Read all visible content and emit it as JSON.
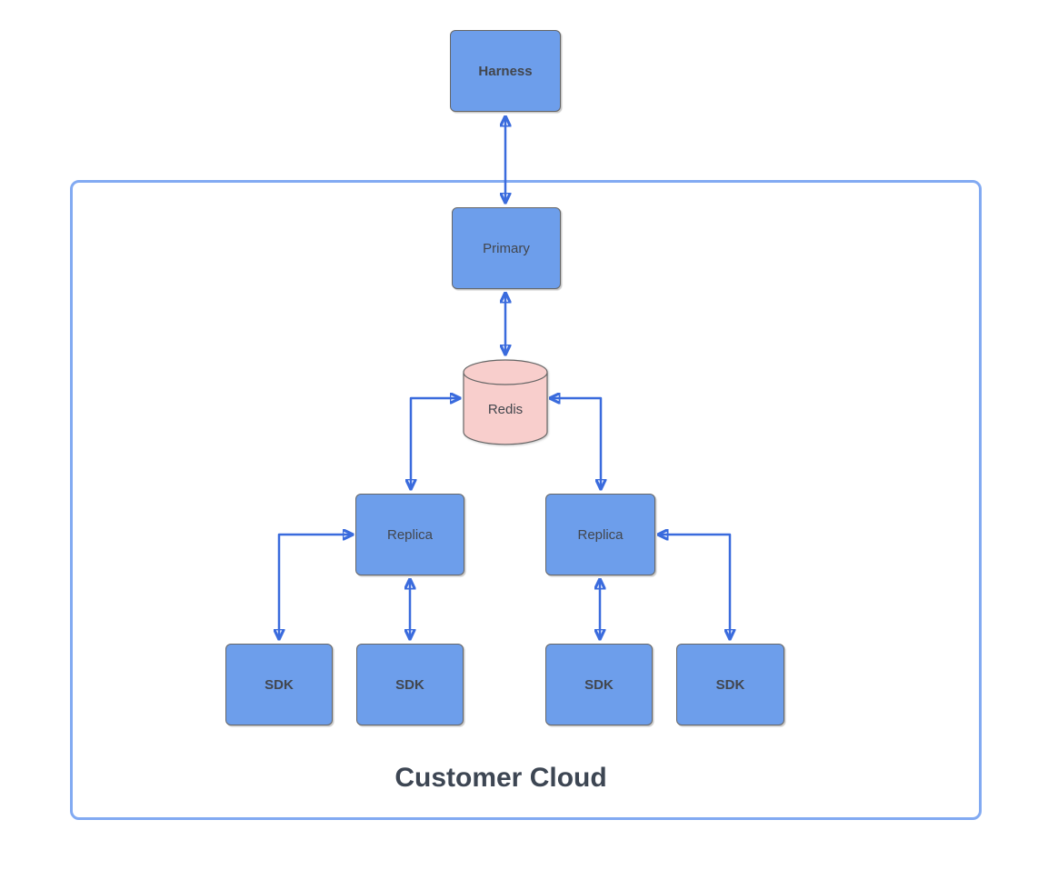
{
  "diagram": {
    "container_label": "Customer Cloud",
    "nodes": {
      "harness": {
        "label": "Harness"
      },
      "primary": {
        "label": "Primary"
      },
      "redis": {
        "label": "Redis"
      },
      "replica_left": {
        "label": "Replica"
      },
      "replica_right": {
        "label": "Replica"
      },
      "sdk_1": {
        "label": "SDK"
      },
      "sdk_2": {
        "label": "SDK"
      },
      "sdk_3": {
        "label": "SDK"
      },
      "sdk_4": {
        "label": "SDK"
      }
    },
    "edges": [
      {
        "from": "Harness",
        "to": "Primary",
        "type": "bidirectional-straight"
      },
      {
        "from": "Primary",
        "to": "Redis",
        "type": "bidirectional-straight"
      },
      {
        "from": "Redis",
        "to": "Replica (left)",
        "type": "bidirectional-elbow"
      },
      {
        "from": "Redis",
        "to": "Replica (right)",
        "type": "bidirectional-elbow"
      },
      {
        "from": "Replica (left)",
        "to": "SDK 1",
        "type": "bidirectional-elbow"
      },
      {
        "from": "Replica (left)",
        "to": "SDK 2",
        "type": "bidirectional-straight"
      },
      {
        "from": "Replica (right)",
        "to": "SDK 3",
        "type": "bidirectional-straight"
      },
      {
        "from": "Replica (right)",
        "to": "SDK 4",
        "type": "bidirectional-elbow"
      }
    ]
  },
  "colors": {
    "node_fill": "#6d9eeb",
    "node_border": "#666666",
    "node_label_color": "#42464d",
    "redis_fill": "#f8cecc",
    "arrow_color": "#3a6bdd",
    "container_border": "#82aaf2",
    "container_label_color": "#3d4653"
  }
}
